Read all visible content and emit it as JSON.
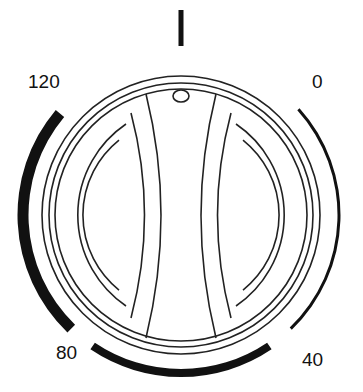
{
  "diagram": {
    "labels": [
      "120",
      "0",
      "80",
      "40"
    ]
  }
}
